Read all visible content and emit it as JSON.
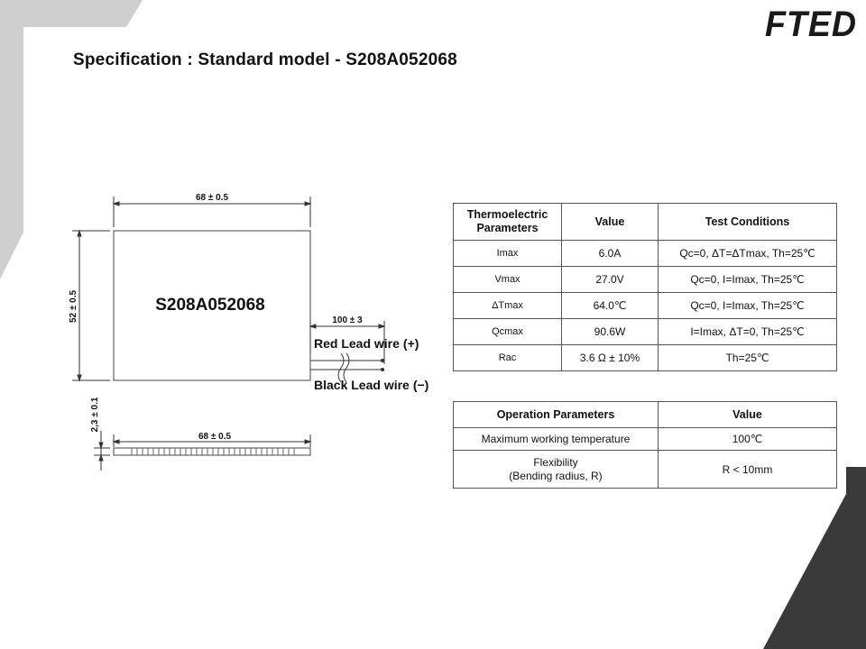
{
  "logo": {
    "text": "FTED"
  },
  "title": "Specification : Standard model - S208A052068",
  "drawing": {
    "model_label": "S208A052068",
    "dim_width_top": "68 ± 0.5",
    "dim_height": "52 ± 0.5",
    "dim_lead_length": "100 ± 3",
    "red_lead_label": "Red Lead wire",
    "red_lead_sign": "(+)",
    "black_lead_label": "Black Lead wire",
    "black_lead_sign": "(−)",
    "dim_thickness": "2,3 ± 0.1",
    "dim_width_bottom": "68 ± 0.5"
  },
  "thermo_table": {
    "headers": [
      "Thermoelectric Parameters",
      "Value",
      "Test Conditions"
    ],
    "rows": [
      {
        "param": "Imax",
        "value": "6.0A",
        "cond": "Qc=0,  ΔT=ΔTmax, Th=25℃"
      },
      {
        "param": "Vmax",
        "value": "27.0V",
        "cond": "Qc=0,  I=Imax, Th=25℃"
      },
      {
        "param": "ΔTmax",
        "value": "64.0℃",
        "cond": "Qc=0,  I=Imax, Th=25℃"
      },
      {
        "param": "Qcmax",
        "value": "90.6W",
        "cond": "I=Imax, ΔT=0,  Th=25℃"
      },
      {
        "param": "Rac",
        "value": "3.6  Ω  ±  10%",
        "cond": "Th=25℃"
      }
    ]
  },
  "oper_table": {
    "headers": [
      "Operation Parameters",
      "Value"
    ],
    "rows": [
      {
        "param": "Maximum  working temperature",
        "value": "100℃"
      },
      {
        "param": "Flexibility",
        "param2": "(Bending radius, R)",
        "value": "R  <  10mm"
      }
    ]
  },
  "colors": {
    "decor": "#3a3a3a",
    "decor_light": "#cfcfcf",
    "text": "#111111",
    "border": "#555555"
  }
}
